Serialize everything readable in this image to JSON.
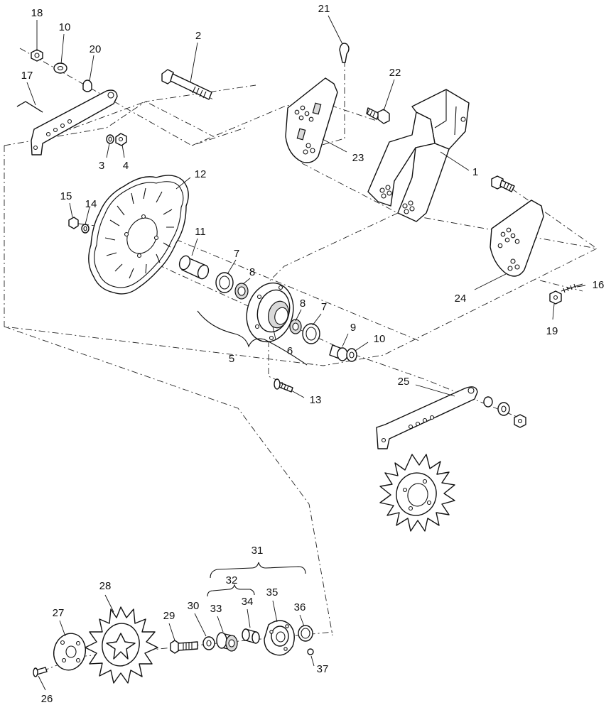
{
  "callouts": [
    {
      "id": "p18",
      "label": "18"
    },
    {
      "id": "p10a",
      "label": "10"
    },
    {
      "id": "p20",
      "label": "20"
    },
    {
      "id": "p17",
      "label": "17"
    },
    {
      "id": "p2",
      "label": "2"
    },
    {
      "id": "p21",
      "label": "21"
    },
    {
      "id": "p22",
      "label": "22"
    },
    {
      "id": "p3",
      "label": "3"
    },
    {
      "id": "p4",
      "label": "4"
    },
    {
      "id": "p23",
      "label": "23"
    },
    {
      "id": "p1",
      "label": "1"
    },
    {
      "id": "p12",
      "label": "12"
    },
    {
      "id": "p15",
      "label": "15"
    },
    {
      "id": "p14",
      "label": "14"
    },
    {
      "id": "p11",
      "label": "11"
    },
    {
      "id": "p7a",
      "label": "7"
    },
    {
      "id": "p8a",
      "label": "8"
    },
    {
      "id": "p8b",
      "label": "8"
    },
    {
      "id": "p7b",
      "label": "7"
    },
    {
      "id": "p9",
      "label": "9"
    },
    {
      "id": "p10b",
      "label": "10"
    },
    {
      "id": "p5",
      "label": "5"
    },
    {
      "id": "p6",
      "label": "6"
    },
    {
      "id": "p13",
      "label": "13"
    },
    {
      "id": "p24",
      "label": "24"
    },
    {
      "id": "p16",
      "label": "16"
    },
    {
      "id": "p19",
      "label": "19"
    },
    {
      "id": "p25",
      "label": "25"
    },
    {
      "id": "p31",
      "label": "31"
    },
    {
      "id": "p32",
      "label": "32"
    },
    {
      "id": "p28",
      "label": "28"
    },
    {
      "id": "p27",
      "label": "27"
    },
    {
      "id": "p29",
      "label": "29"
    },
    {
      "id": "p30",
      "label": "30"
    },
    {
      "id": "p33",
      "label": "33"
    },
    {
      "id": "p34",
      "label": "34"
    },
    {
      "id": "p35",
      "label": "35"
    },
    {
      "id": "p36",
      "label": "36"
    },
    {
      "id": "p37",
      "label": "37"
    },
    {
      "id": "p26",
      "label": "26"
    }
  ]
}
